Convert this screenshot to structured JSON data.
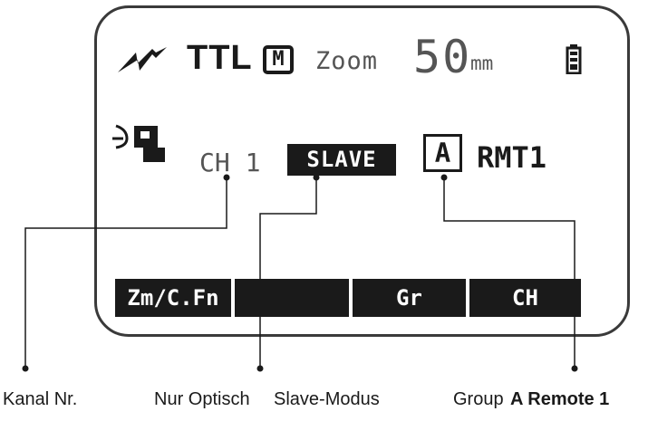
{
  "display": {
    "flash_mode": "TTL",
    "mode_indicator": "M",
    "zoom_label": "Zoom",
    "zoom_value": "50",
    "zoom_unit": "mm",
    "channel": "CH 1",
    "slave_mode": "SLAVE",
    "group": "A",
    "remote": "RMT1"
  },
  "softkeys": [
    {
      "label": "Zm/C.Fn"
    },
    {
      "label": ""
    },
    {
      "label": "Gr"
    },
    {
      "label": "CH"
    }
  ],
  "captions": {
    "channel_no": "Kanal Nr.",
    "optical_only": "Nur Optisch",
    "slave_mode": "Slave-Modus",
    "group": "Group",
    "remote": "A Remote 1"
  },
  "icons": {
    "flash": "lightning-icon",
    "battery": "battery-icon",
    "slave_sensor": "wireless-slave-icon"
  }
}
